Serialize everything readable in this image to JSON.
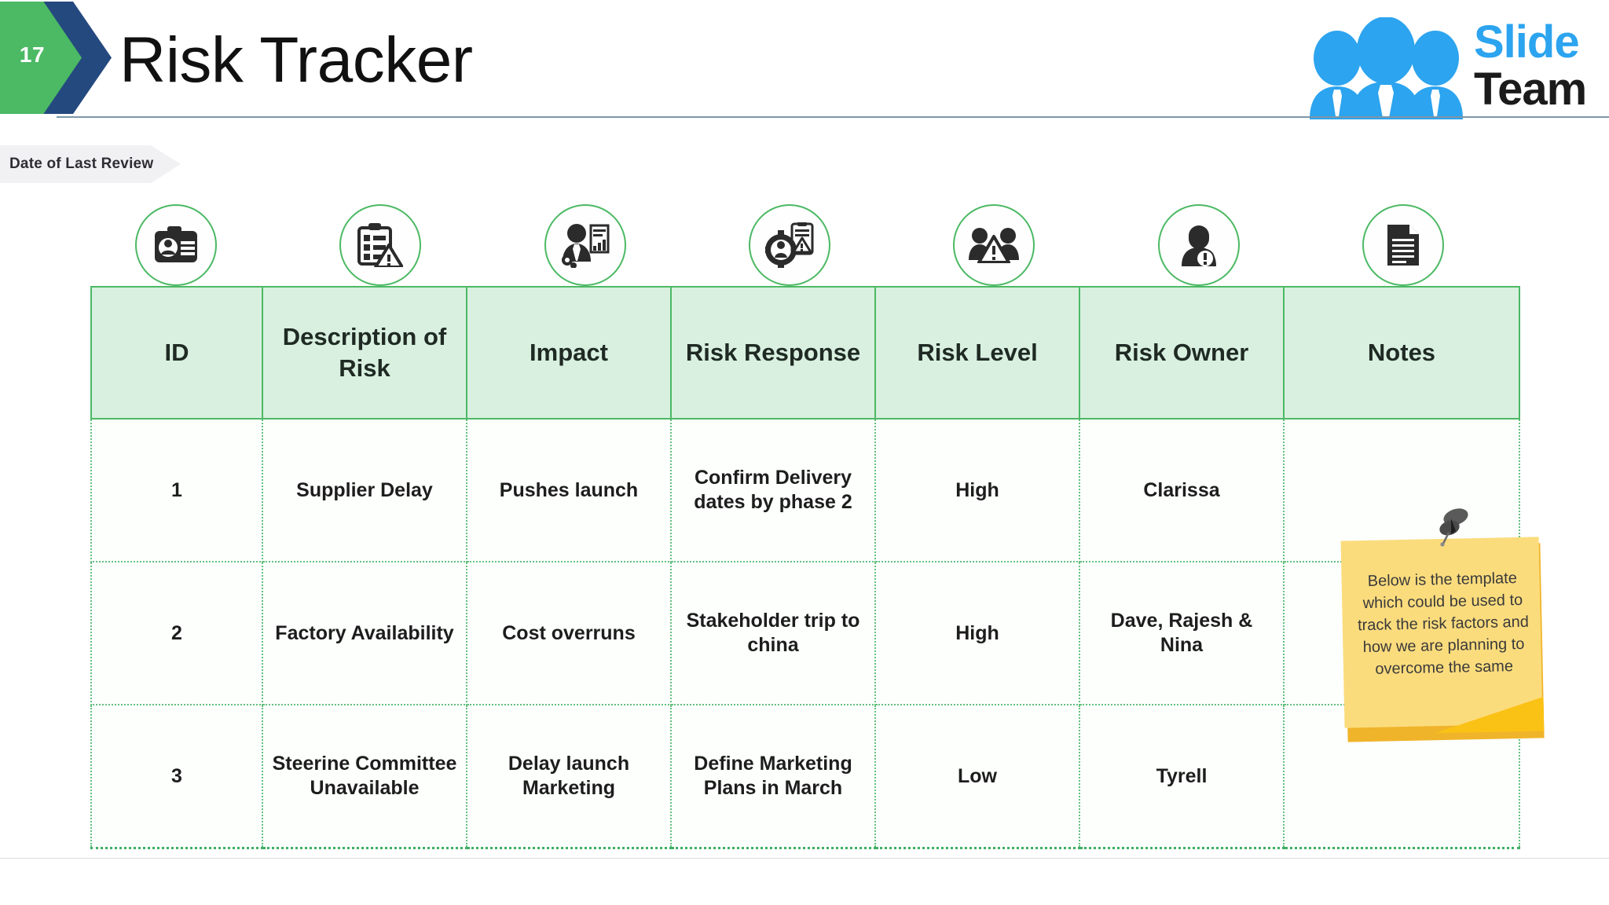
{
  "header": {
    "slide_number": "17",
    "title": "Risk Tracker",
    "logo": {
      "word_one": "Slide",
      "word_two": "Team",
      "people_icon": "three-people-icon",
      "brand_blue": "#2ca4ef",
      "brand_dark": "#1b1b1b"
    },
    "rule_color": "#7d97a8"
  },
  "banner": {
    "label": "Date of Last Review",
    "background": "#f1f1f4"
  },
  "icons": [
    {
      "name": "id-badge-icon",
      "column": "ID"
    },
    {
      "name": "clipboard-warning-icon",
      "column": "Description of Risk"
    },
    {
      "name": "person-report-gear-icon",
      "column": "Impact"
    },
    {
      "name": "gear-person-clipboard-warning-icon",
      "column": "Risk Response"
    },
    {
      "name": "people-warning-icon",
      "column": "Risk Level"
    },
    {
      "name": "person-alert-icon",
      "column": "Risk Owner"
    },
    {
      "name": "document-lines-icon",
      "column": "Notes"
    }
  ],
  "table": {
    "accent_green": "#4cb964",
    "header_background": "#d9f0e0",
    "columns": [
      "ID",
      "Description of Risk",
      "Impact",
      "Risk Response",
      "Risk Level",
      "Risk Owner",
      "Notes"
    ],
    "rows": [
      {
        "id": "1",
        "description": "Supplier Delay",
        "impact": "Pushes launch",
        "response": "Confirm Delivery dates by phase 2",
        "level": "High",
        "owner": "Clarissa",
        "notes": ""
      },
      {
        "id": "2",
        "description": "Factory Availability",
        "impact": "Cost overruns",
        "response": "Stakeholder trip to china",
        "level": "High",
        "owner": "Dave, Rajesh & Nina",
        "notes": ""
      },
      {
        "id": "3",
        "description": "Steerine Committee Unavailable",
        "impact": "Delay launch Marketing",
        "response": "Define Marketing Plans in March",
        "level": "Low",
        "owner": "Tyrell",
        "notes": ""
      }
    ]
  },
  "sticky_note": {
    "text": "Below is the template which could be used to track the risk factors and how we are planning to overcome the same",
    "paper_color": "#fbdc7d",
    "fold_color": "#fbc216",
    "pin_color": "#555555"
  }
}
